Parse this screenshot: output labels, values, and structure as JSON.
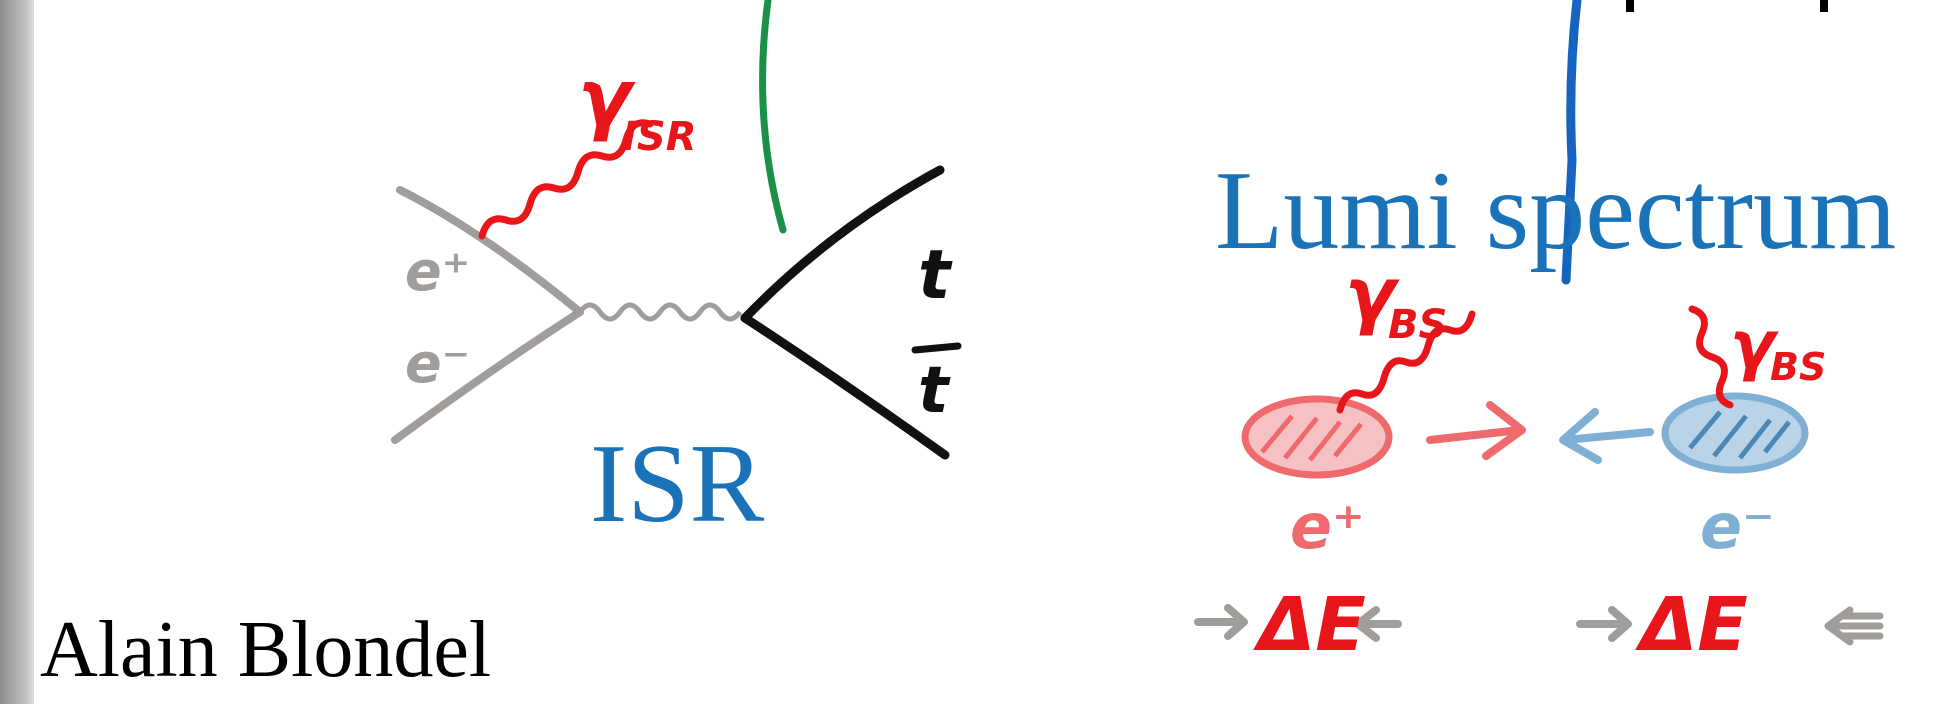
{
  "labels": {
    "isr": "ISR",
    "lumi": "Lumi spectrum",
    "author": "Alain Blondel"
  },
  "feynman": {
    "photon": "γ",
    "photon_sub": "ISR",
    "positron": "e⁺",
    "electron": "e⁻",
    "top": "t",
    "antitop": "t"
  },
  "beamstrahlung": {
    "photon_left": "γ",
    "photon_left_sub": "BS",
    "photon_right": "γ",
    "photon_right_sub": "BS",
    "positron": "e⁺",
    "electron": "e⁻",
    "delta_e": "ΔE"
  },
  "colors": {
    "label_blue": "#1a72b8",
    "photon_red": "#e8161b",
    "positron_pink": "#ee6a6c",
    "electron_lightblue": "#7fb0d4",
    "line_gray": "#a09d9a",
    "green_arc": "#1b9148",
    "blue_arc": "#1565c0"
  }
}
